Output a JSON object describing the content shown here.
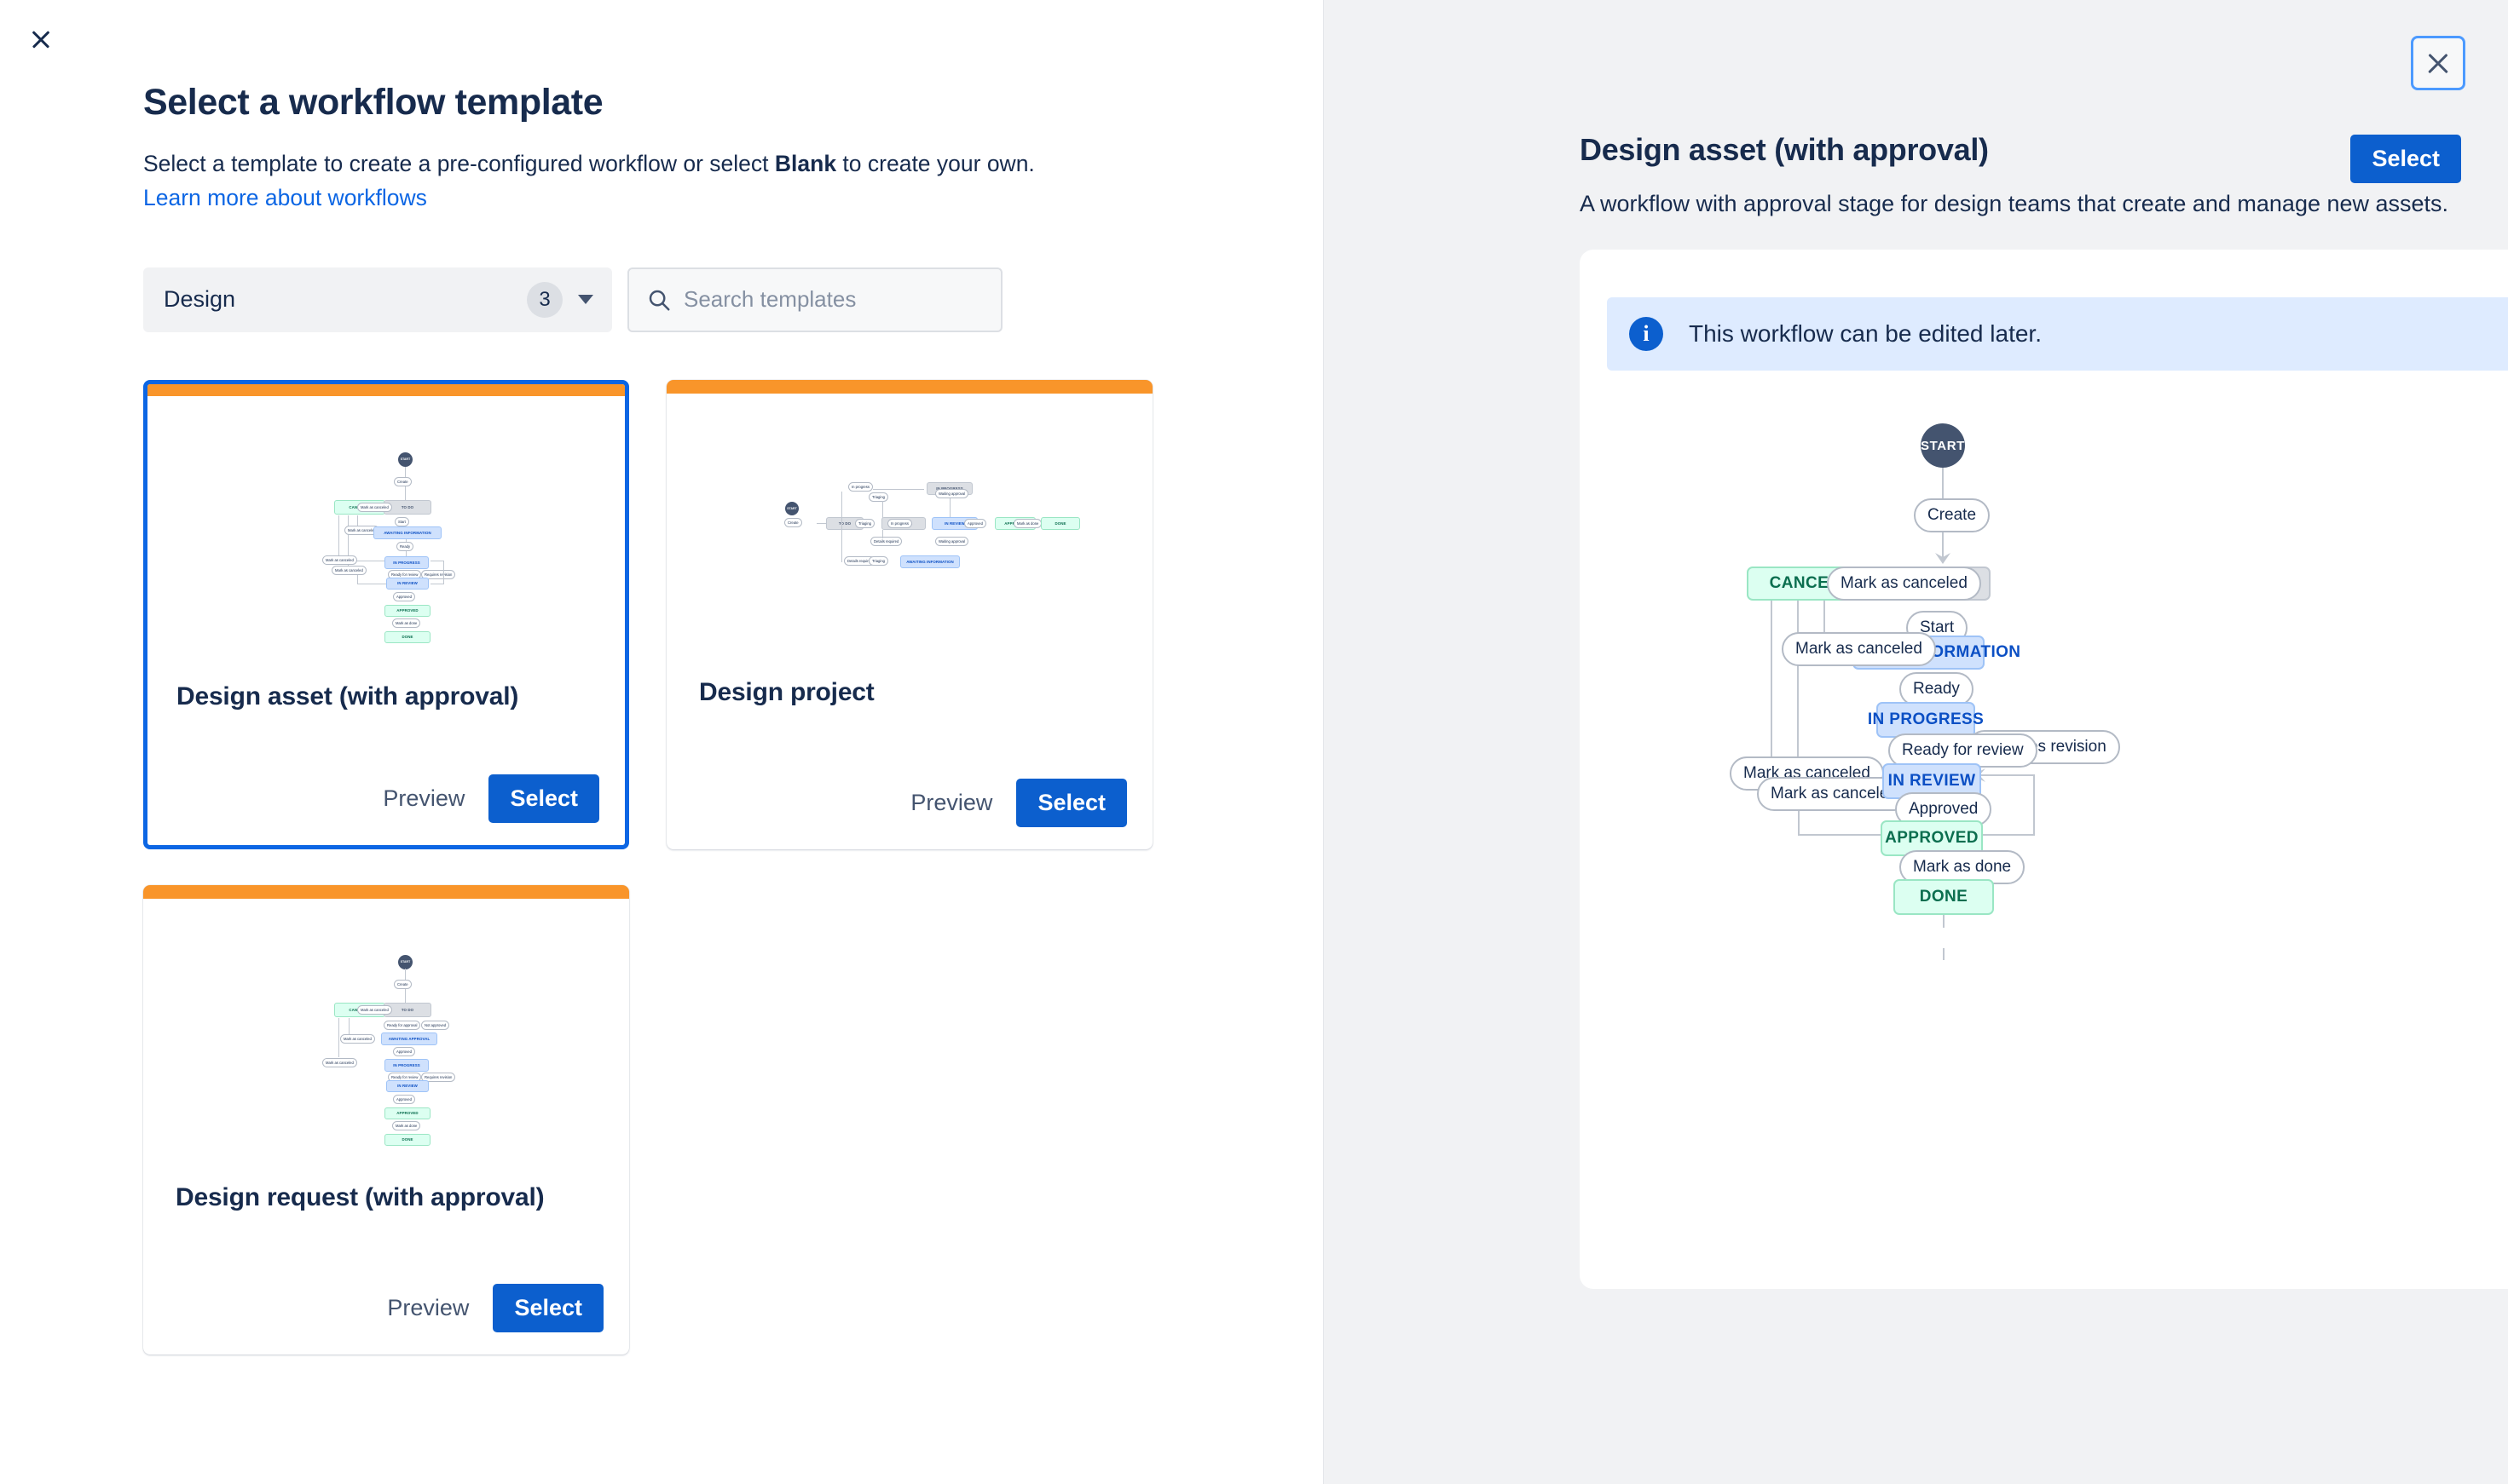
{
  "dialog": {
    "close_icon": "close-icon",
    "title": "Select a workflow template",
    "subtitle_before": "Select a template to create a pre-configured workflow or select ",
    "subtitle_bold": "Blank",
    "subtitle_after": " to create your own.",
    "learn_link": "Learn more about workflows"
  },
  "filter": {
    "category_label": "Design",
    "category_count": "3",
    "chevron_icon": "chevron-down-icon",
    "search_icon": "search-icon",
    "search_value": "",
    "search_placeholder": "Search templates"
  },
  "cards": [
    {
      "title": "Design asset (with approval)",
      "preview_label": "Preview",
      "select_label": "Select",
      "accent_color": "#f9952a",
      "selected": true
    },
    {
      "title": "Design project",
      "preview_label": "Preview",
      "select_label": "Select",
      "accent_color": "#f9952a",
      "selected": false
    },
    {
      "title": "Design request (with approval)",
      "preview_label": "Preview",
      "select_label": "Select",
      "accent_color": "#f9952a",
      "selected": false
    }
  ],
  "panel": {
    "close_icon": "close-icon",
    "title": "Design asset (with approval)",
    "select_label": "Select",
    "description": "A workflow with approval stage for design teams that create and manage new assets.",
    "info_icon": "info-icon",
    "info_text": "This workflow can be edited later."
  },
  "workflow": {
    "statuses": {
      "start": "START",
      "todo": "TO DO",
      "canceled": "CANCELED",
      "awaiting_information": "AWAITING INFORMATION",
      "in_progress": "IN PROGRESS",
      "in_review": "IN REVIEW",
      "approved": "APPROVED",
      "done": "DONE"
    },
    "transitions": {
      "create": "Create",
      "mark_as_canceled": "Mark as canceled",
      "start": "Start",
      "ready": "Ready",
      "ready_for_review": "Ready for review",
      "requires_revision": "Requires revision",
      "approved": "Approved",
      "mark_as_done": "Mark as done"
    }
  },
  "colors": {
    "accent_orange": "#f9952a",
    "primary_blue": "#0c5fce",
    "link_blue": "#0c66e4",
    "text_dark": "#172b4d",
    "panel_bg": "#f1f2f4",
    "status_green_bg": "#dcfff1",
    "status_blue_bg": "#cfe1fd",
    "status_grey_bg": "#dcdfe4",
    "info_banner_bg": "#deebff"
  }
}
